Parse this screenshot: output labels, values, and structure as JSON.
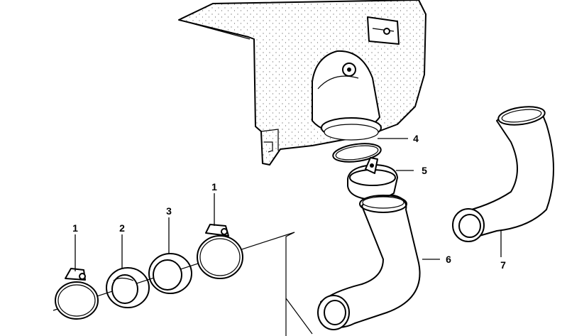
{
  "diagram": {
    "callouts": [
      {
        "id": "clamp-left",
        "label": "1"
      },
      {
        "id": "ring-2",
        "label": "2"
      },
      {
        "id": "ring-3",
        "label": "3"
      },
      {
        "id": "clamp-right",
        "label": "1"
      },
      {
        "id": "o-ring",
        "label": "4"
      },
      {
        "id": "hose-clamp",
        "label": "5"
      },
      {
        "id": "hose-installed",
        "label": "6"
      },
      {
        "id": "hose-loose",
        "label": "7"
      }
    ]
  }
}
